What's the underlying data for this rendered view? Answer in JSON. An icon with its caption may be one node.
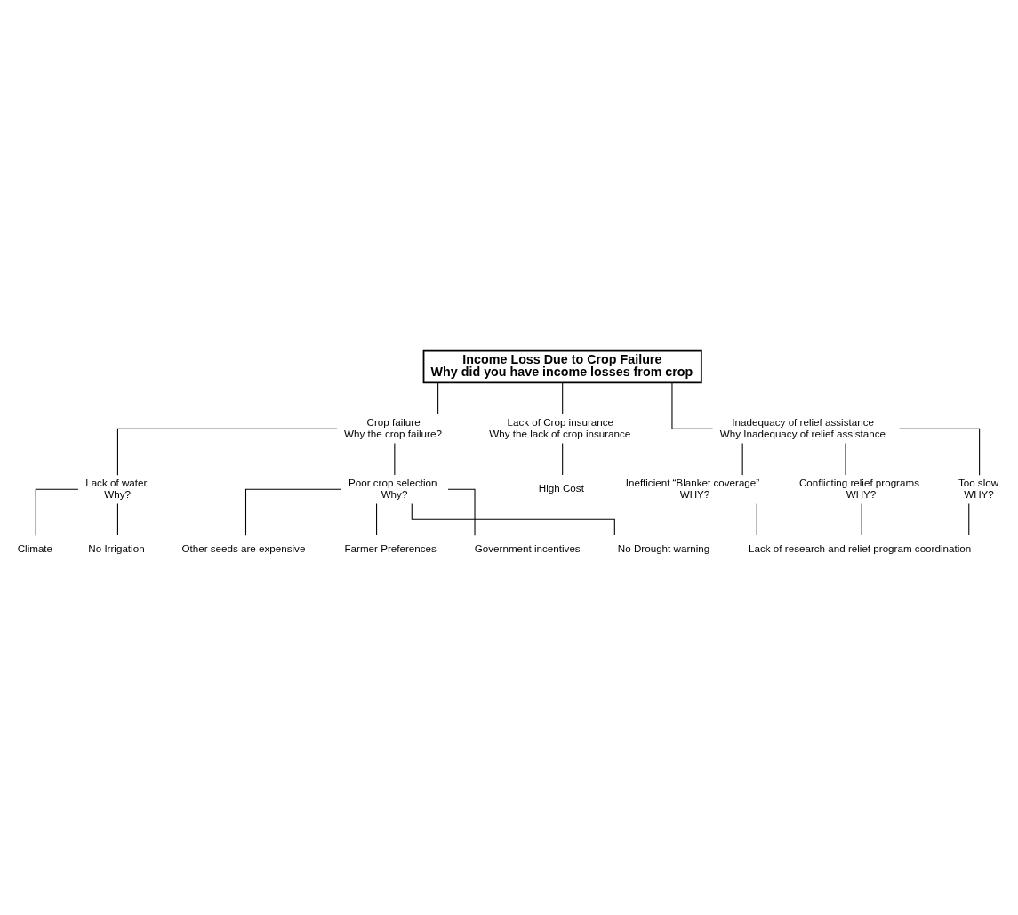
{
  "diagram": {
    "nodes": [
      {
        "text": [
          "Income Loss Due to Crop Failure",
          "Why did you have income losses from crop"
        ]
      },
      {
        "text": [
          "Crop failure",
          "Why the crop failure?"
        ]
      },
      {
        "text": [
          "Lack of Crop insurance",
          "Why the lack of crop insurance"
        ]
      },
      {
        "text": [
          "Inadequacy of relief assistance",
          "Why Inadequacy of relief assistance"
        ]
      },
      {
        "text": [
          "Lack of water",
          "Why?"
        ]
      },
      {
        "text": [
          "Poor crop selection",
          "Why?"
        ]
      },
      {
        "text": [
          "High Cost"
        ]
      },
      {
        "text": [
          "Inefficient “Blanket coverage”",
          "WHY?"
        ]
      },
      {
        "text": [
          "Conflicting relief programs",
          "WHY?"
        ]
      },
      {
        "text": [
          "Too slow",
          "WHY?"
        ]
      },
      {
        "text": [
          "Climate"
        ]
      },
      {
        "text": [
          "No Irrigation"
        ]
      },
      {
        "text": [
          "Other seeds are expensive"
        ]
      },
      {
        "text": [
          "Farmer Preferences"
        ]
      },
      {
        "text": [
          "Government incentives"
        ]
      },
      {
        "text": [
          "No Drought warning"
        ]
      },
      {
        "text": [
          "Lack of research and relief program coordination"
        ]
      }
    ],
    "edges": [
      {
        "from": 0,
        "to": 1,
        "arrow": "none"
      },
      {
        "from": 0,
        "to": 2,
        "arrow": "none"
      },
      {
        "from": 0,
        "to": 3,
        "arrow": "none"
      },
      {
        "from": 1,
        "to": 4,
        "arrow": "none"
      },
      {
        "from": 1,
        "to": 5,
        "arrow": "none"
      },
      {
        "from": 2,
        "to": 6,
        "arrow": "none"
      },
      {
        "from": 3,
        "to": 7,
        "arrow": "none"
      },
      {
        "from": 3,
        "to": 8,
        "arrow": "none"
      },
      {
        "from": 3,
        "to": 9,
        "arrow": "none"
      },
      {
        "from": 4,
        "to": 10,
        "arrow": "none"
      },
      {
        "from": 4,
        "to": 11,
        "arrow": "none"
      },
      {
        "from": 5,
        "to": 12,
        "arrow": "none"
      },
      {
        "from": 5,
        "to": 13,
        "arrow": "none"
      },
      {
        "from": 5,
        "to": 14,
        "arrow": "none"
      },
      {
        "from": 5,
        "to": 15,
        "arrow": "none"
      },
      {
        "from": 7,
        "to": 16,
        "arrow": "none"
      },
      {
        "from": 8,
        "to": 16,
        "arrow": "none"
      },
      {
        "from": 9,
        "to": 16,
        "arrow": "none"
      }
    ]
  }
}
